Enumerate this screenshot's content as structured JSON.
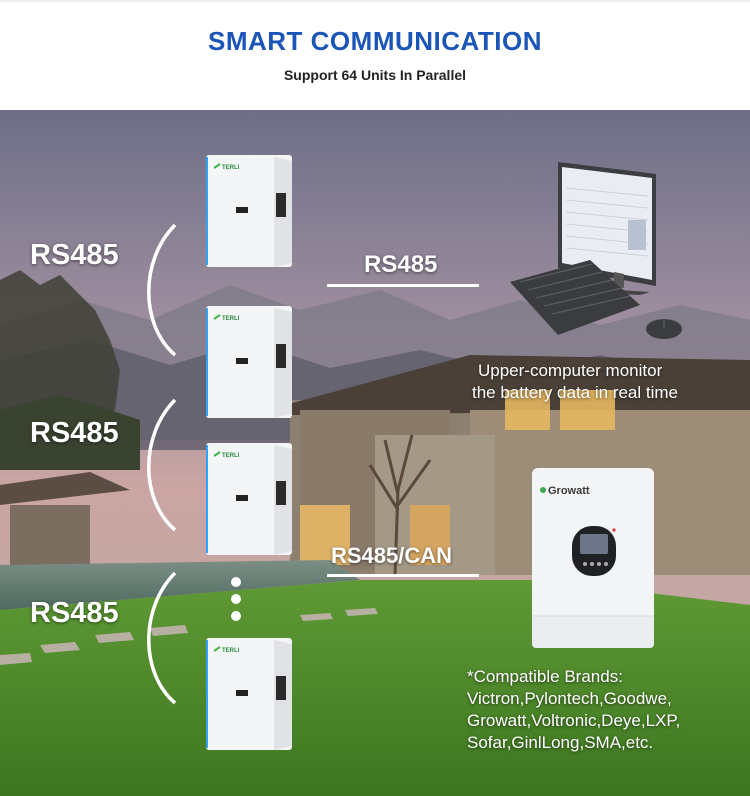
{
  "header": {
    "title": "SMART COMMUNICATION",
    "subtitle": "Support 64 Units In Parallel"
  },
  "diagram": {
    "link_labels": [
      "RS485",
      "RS485",
      "RS485"
    ],
    "pc_link_label": "RS485",
    "inverter_link_label": "RS485/CAN",
    "battery_brand": "TERLI",
    "pc_caption": [
      "Upper-computer monitor",
      "the battery data in real time"
    ],
    "inverter_brand": "Growatt",
    "compatible": [
      "*Compatible Brands:",
      "Victron,Pylontech,Goodwe,",
      "Growatt,Voltronic,Deye,LXP,",
      "Sofar,GinlLong,SMA,etc."
    ]
  },
  "colors": {
    "title": "#1c55b8",
    "grass": "#4f8a2c",
    "sky_top": "#6e6f86",
    "sky_bottom": "#c9a7a6"
  },
  "icons": [
    "battery-unit-icon",
    "desktop-monitor-icon",
    "keyboard-icon",
    "mouse-icon",
    "inverter-icon",
    "ellipsis-dots-icon"
  ]
}
